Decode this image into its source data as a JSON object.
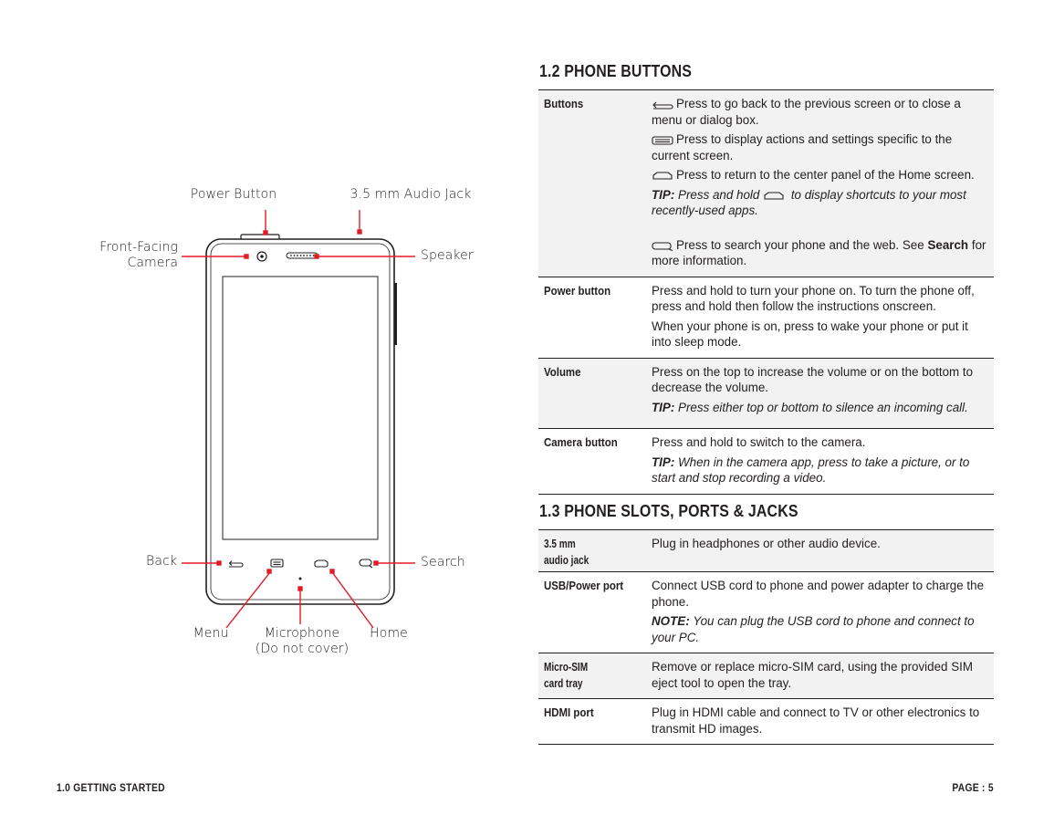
{
  "diagram": {
    "labels": {
      "power_button": "Power Button",
      "audio_jack": "3.5 mm Audio Jack",
      "front_camera_line1": "Front-Facing",
      "front_camera_line2": "Camera",
      "speaker": "Speaker",
      "back": "Back",
      "search": "Search",
      "menu": "Menu",
      "microphone_line1": "Microphone",
      "microphone_line2": "(Do not cover)",
      "home": "Home"
    },
    "colors": {
      "callout": "#e31b23",
      "outline": "#231f20"
    }
  },
  "phone_buttons": {
    "title": "1.2 PHONE BUTTONS",
    "rows": [
      {
        "key": "Buttons",
        "back_text": "Press to go back to the previous screen or to close a menu or dialog box.",
        "menu_text": "Press to display actions and settings specific to the current screen.",
        "home_text": "Press to return to the center panel of the Home screen.",
        "tip_label": "TIP:",
        "tip_before": "Press and hold",
        "tip_after": "to display shortcuts to your most recently-used apps.",
        "search_text": "Press to search your phone and the web. See",
        "search_link": "Search",
        "search_after": "for more information."
      },
      {
        "key": "Power button",
        "text1": "Press and hold to turn your phone on. To turn the phone off, press and hold then follow the instructions onscreen.",
        "text2": "When your phone is on, press to wake your phone or put it into sleep mode."
      },
      {
        "key": "Volume",
        "text1": "Press on the top to increase the volume or on the bottom to decrease the volume.",
        "tip_label": "TIP:",
        "tip_text": "Press either top or bottom to silence an incoming call."
      },
      {
        "key": "Camera button",
        "text1": "Press and hold to switch to the camera.",
        "tip_label": "TIP:",
        "tip_text": "When in the camera app, press to take a picture, or to start and stop recording a video."
      }
    ]
  },
  "phone_slots": {
    "title": "1.3 PHONE SLOTS, PORTS & JACKS",
    "rows": [
      {
        "key_line1": "3.5 mm",
        "key_line2": "audio jack",
        "text1": "Plug in headphones or other audio device."
      },
      {
        "key_line1": "USB/Power port",
        "text1": "Connect USB cord to phone and power adapter to charge the phone.",
        "note_label": "NOTE:",
        "note_text": "You can plug the USB cord to phone and connect to your PC."
      },
      {
        "key_line1": "Micro-SIM",
        "key_line2": "card tray",
        "text1": "Remove or replace micro-SIM card, using the provided SIM eject tool to open the tray."
      },
      {
        "key_line1": "HDMI port",
        "text1": "Plug in HDMI cable and connect to TV or other electronics to transmit HD images."
      }
    ]
  },
  "footer": {
    "section": "1.0 GETTING STARTED",
    "page": "PAGE : 5"
  }
}
